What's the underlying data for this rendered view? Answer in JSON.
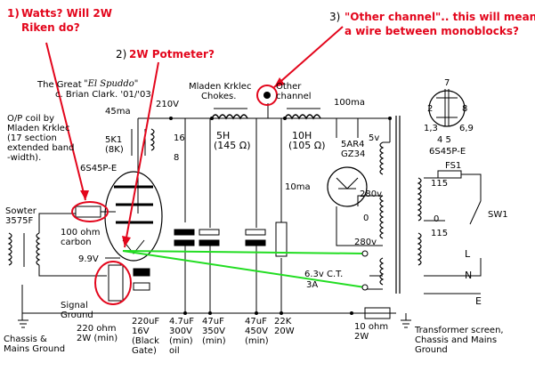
{
  "annotations": {
    "a1": {
      "num": "1)",
      "line1": "Watts? Will 2W",
      "line2": "Riken do?"
    },
    "a2": {
      "num": "2)",
      "text": "2W Potmeter?"
    },
    "a3": {
      "num": "3)",
      "line1": "\"Other channel\".. this will mean",
      "line2": "a wire between monoblocks?"
    }
  },
  "header": {
    "title_prefix": "The Great",
    "title_name": "\"El Spuddo\"",
    "credit": "c. Brian Clark. '01/'03"
  },
  "labels": {
    "op_coil_1": "O/P coil by",
    "op_coil_2": "Mladen Krklec",
    "op_coil_3": "(17 section",
    "op_coil_4": "extended band",
    "op_coil_5": "-width).",
    "chokes_1": "Mladen Krklec",
    "chokes_2": "Chokes.",
    "other_1": "Other",
    "other_2": "channel",
    "ma45": "45ma",
    "v210": "210V",
    "ma100": "100ma",
    "r5k1": "5K1",
    "r8k": "(8K)",
    "tube_out": "6S45P-E",
    "pin16": "16",
    "pin8": "8",
    "ch1_a": "5H",
    "ch1_b": "(145 Ω)",
    "ch2_a": "10H",
    "ch2_b": "(105 Ω)",
    "rect_a": "5AR4",
    "rect_b": "GZ34",
    "v5": "5v",
    "pin7": "7",
    "pin2": "2",
    "pin8b": "8",
    "pin1369": "1,3",
    "pin69": "6,9",
    "pin45": "4 5",
    "tube_ref": "6S45P-E",
    "fs1": "FS1",
    "v115a": "115",
    "v0a": "0",
    "v115b": "115",
    "sw1": "SW1",
    "lL": "L",
    "lN": "N",
    "lE": "E",
    "sowter_1": "Sowter",
    "sowter_2": "3575F",
    "r100_1": "100 ohm",
    "r100_2": "carbon",
    "ma10": "10ma",
    "v280a": "280v",
    "v0b": "0",
    "v280b": "280v",
    "v63": "6.3v C.T.",
    "ma3a": "3A",
    "v99": "9.9V",
    "sig_1": "Signal",
    "sig_2": "Ground",
    "chassis_1": "Chassis &",
    "chassis_2": "Mains Ground",
    "r220_1": "220 ohm",
    "r220_2": "2W (min)",
    "c220_1": "220uF",
    "c220_2": "16V",
    "c220_3": "(Black",
    "c220_4": "Gate)",
    "c47a_1": "4.7uF",
    "c47a_2": "300V",
    "c47a_3": "(min)",
    "c47a_4": "oil",
    "c47b_1": "47uF",
    "c47b_2": "350V",
    "c47b_3": "(min)",
    "c47c_1": "47uF",
    "c47c_2": "450V",
    "c47c_3": "(min)",
    "r22k_1": "22K",
    "r22k_2": "20W",
    "r10_1": "10 ohm",
    "r10_2": "2W",
    "xfmr_1": "Transformer screen,",
    "xfmr_2": "Chassis and Mains",
    "xfmr_3": "Ground"
  },
  "colors": {
    "annotation": "#e3061c",
    "connection": "#22dd22",
    "wire": "#000000",
    "chassis": "#888888"
  }
}
